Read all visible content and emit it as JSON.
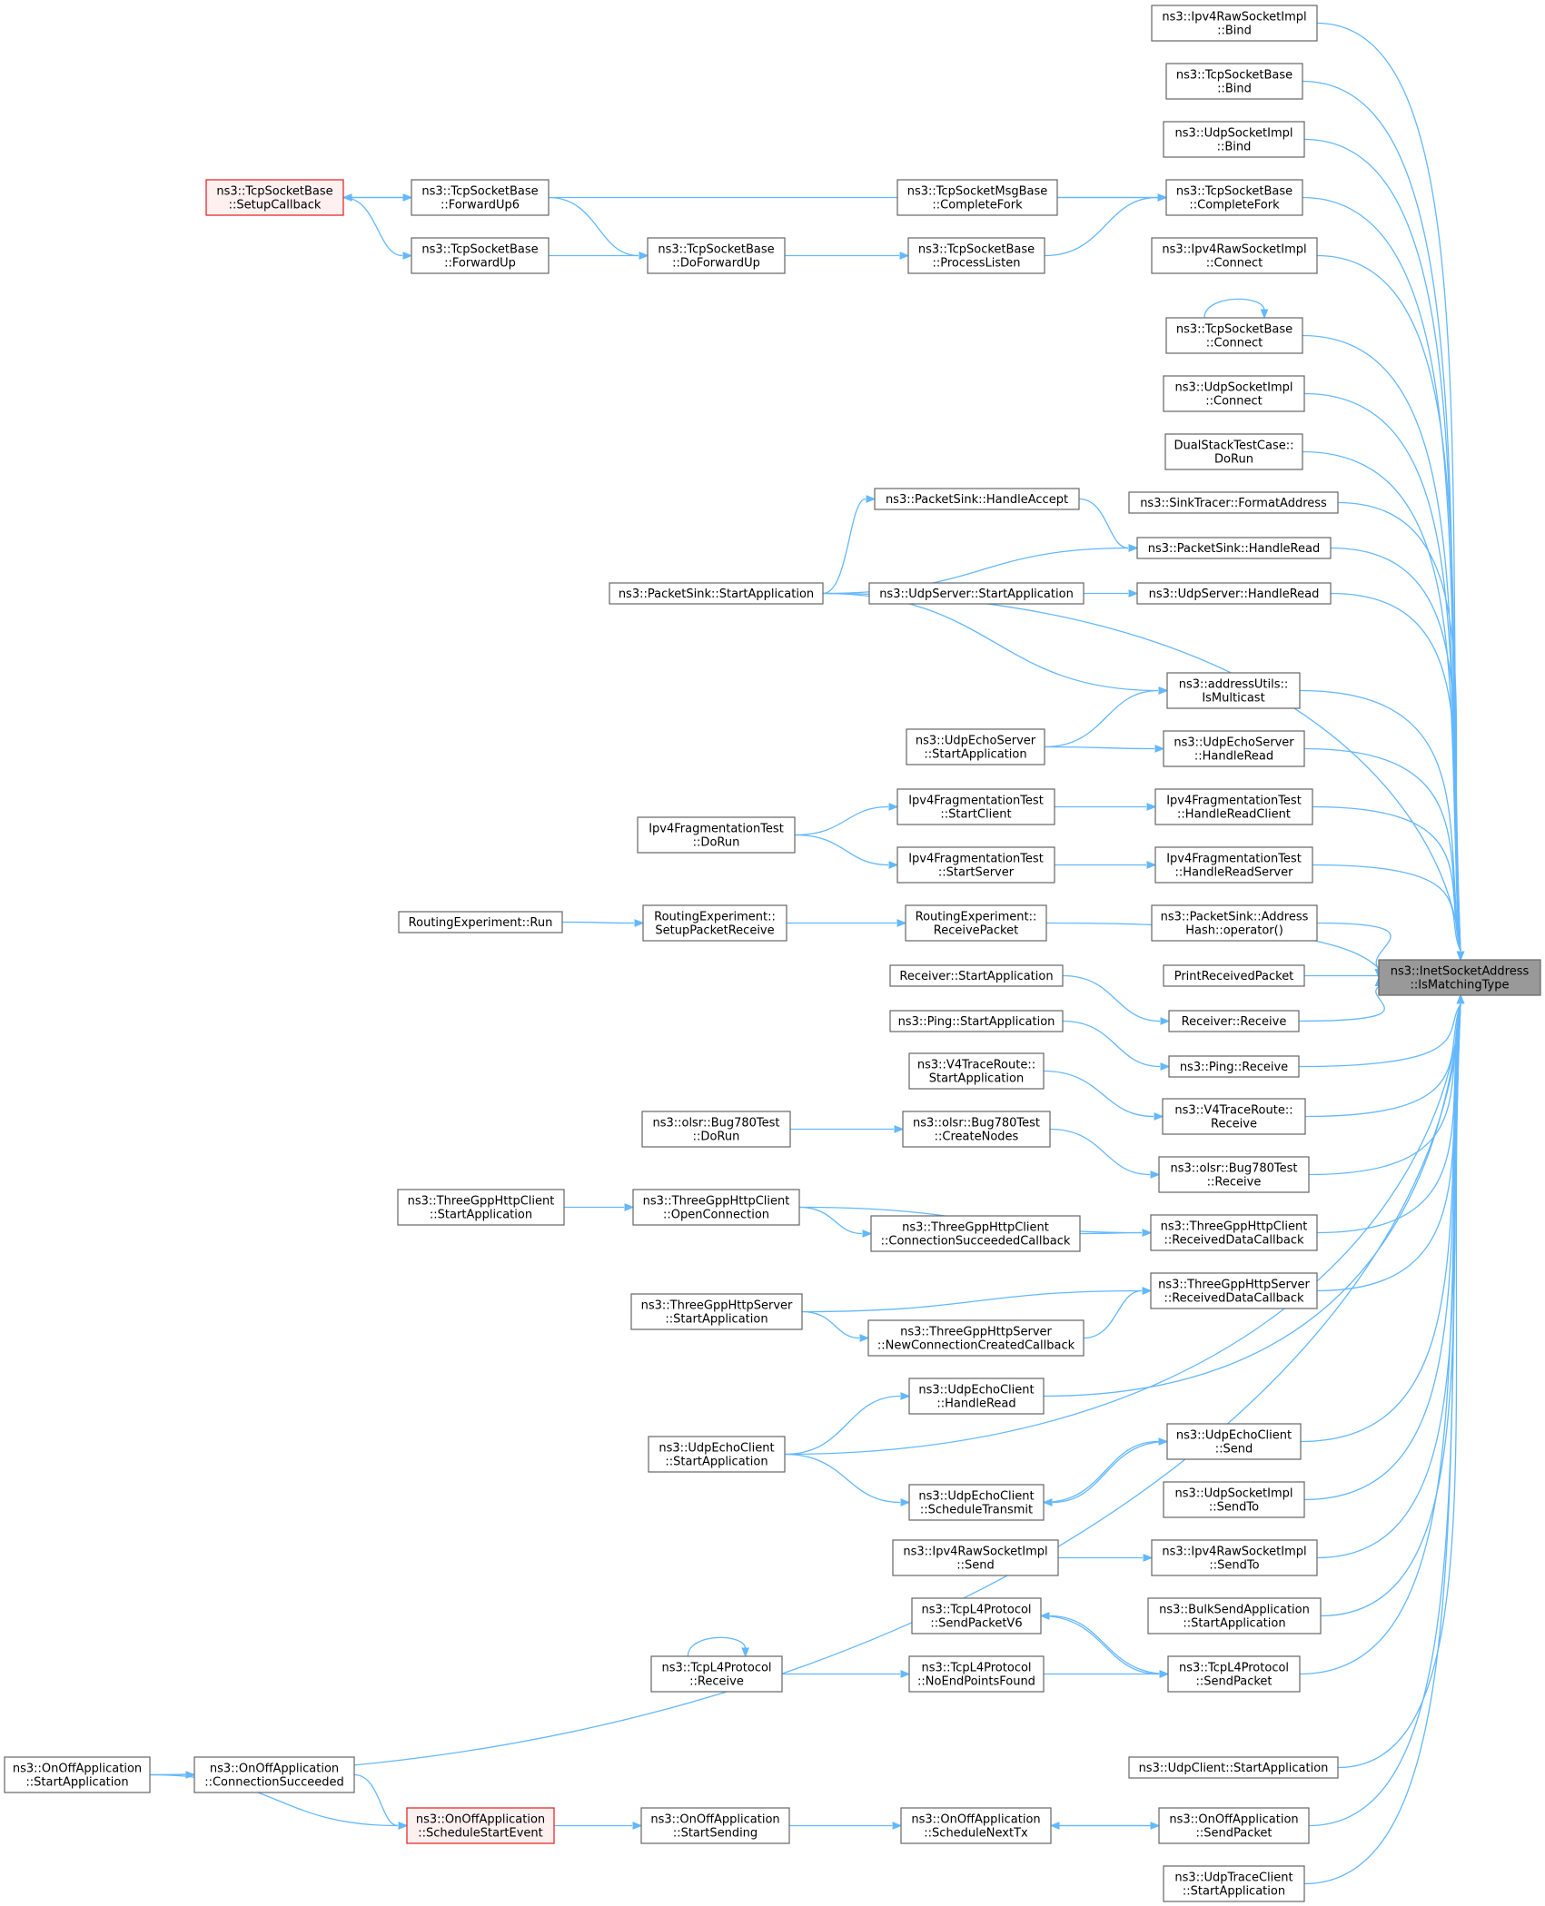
{
  "colors": {
    "edge": "#63b8ff",
    "node_border": "#666666",
    "highlight_border": "#e41a1c",
    "highlight_fill": "#fff0f0",
    "target_fill": "#999999"
  },
  "nodes": [
    {
      "id": "target",
      "lines": [
        "ns3::InetSocketAddress",
        "::IsMatchingType"
      ],
      "style": "target"
    },
    {
      "id": "ipv4raw_bind",
      "lines": [
        "ns3::Ipv4RawSocketImpl",
        "::Bind"
      ]
    },
    {
      "id": "tcp_bind",
      "lines": [
        "ns3::TcpSocketBase",
        "::Bind"
      ]
    },
    {
      "id": "udp_bind",
      "lines": [
        "ns3::UdpSocketImpl",
        "::Bind"
      ]
    },
    {
      "id": "tcp_completefork",
      "lines": [
        "ns3::TcpSocketBase",
        "::CompleteFork"
      ]
    },
    {
      "id": "ipv4raw_connect",
      "lines": [
        "ns3::Ipv4RawSocketImpl",
        "::Connect"
      ]
    },
    {
      "id": "tcp_connect",
      "lines": [
        "ns3::TcpSocketBase",
        "::Connect"
      ]
    },
    {
      "id": "udp_connect",
      "lines": [
        "ns3::UdpSocketImpl",
        "::Connect"
      ]
    },
    {
      "id": "dualstack",
      "lines": [
        "DualStackTestCase::",
        "DoRun"
      ]
    },
    {
      "id": "sinktracer",
      "lines": [
        "ns3::SinkTracer::FormatAddress"
      ]
    },
    {
      "id": "ps_handleread",
      "lines": [
        "ns3::PacketSink::HandleRead"
      ]
    },
    {
      "id": "udpserver_handleread",
      "lines": [
        "ns3::UdpServer::HandleRead"
      ]
    },
    {
      "id": "ismulticast",
      "lines": [
        "ns3::addressUtils::",
        "IsMulticast"
      ]
    },
    {
      "id": "echoserver_handleread",
      "lines": [
        "ns3::UdpEchoServer",
        "::HandleRead"
      ]
    },
    {
      "id": "frag_handlereadclient",
      "lines": [
        "Ipv4FragmentationTest",
        "::HandleReadClient"
      ]
    },
    {
      "id": "frag_handlereadserver",
      "lines": [
        "Ipv4FragmentationTest",
        "::HandleReadServer"
      ]
    },
    {
      "id": "ps_addresshash",
      "lines": [
        "ns3::PacketSink::Address",
        "Hash::operator()"
      ]
    },
    {
      "id": "printreceived",
      "lines": [
        "PrintReceivedPacket"
      ]
    },
    {
      "id": "receiver_receive",
      "lines": [
        "Receiver::Receive"
      ]
    },
    {
      "id": "ping_receive",
      "lines": [
        "ns3::Ping::Receive"
      ]
    },
    {
      "id": "v4trace_receive",
      "lines": [
        "ns3::V4TraceRoute::",
        "Receive"
      ]
    },
    {
      "id": "bug780_receive",
      "lines": [
        "ns3::olsr::Bug780Test",
        "::Receive"
      ]
    },
    {
      "id": "client_receiveddata",
      "lines": [
        "ns3::ThreeGppHttpClient",
        "::ReceivedDataCallback"
      ]
    },
    {
      "id": "server_receiveddata",
      "lines": [
        "ns3::ThreeGppHttpServer",
        "::ReceivedDataCallback"
      ]
    },
    {
      "id": "echoclient_send",
      "lines": [
        "ns3::UdpEchoClient",
        "::Send"
      ]
    },
    {
      "id": "udp_sendto",
      "lines": [
        "ns3::UdpSocketImpl",
        "::SendTo"
      ]
    },
    {
      "id": "ipv4raw_sendto",
      "lines": [
        "ns3::Ipv4RawSocketImpl",
        "::SendTo"
      ]
    },
    {
      "id": "bulksend_start",
      "lines": [
        "ns3::BulkSendApplication",
        "::StartApplication"
      ]
    },
    {
      "id": "tcpl4_sendpacket",
      "lines": [
        "ns3::TcpL4Protocol",
        "::SendPacket"
      ]
    },
    {
      "id": "udpclient_start",
      "lines": [
        "ns3::UdpClient::StartApplication"
      ]
    },
    {
      "id": "onoff_sendpacket",
      "lines": [
        "ns3::OnOffApplication",
        "::SendPacket"
      ]
    },
    {
      "id": "udptraceclient_start",
      "lines": [
        "ns3::UdpTraceClient",
        "::StartApplication"
      ]
    },
    {
      "id": "msgbase_completefork",
      "lines": [
        "ns3::TcpSocketMsgBase",
        "::CompleteFork"
      ]
    },
    {
      "id": "tcp_processlisten",
      "lines": [
        "ns3::TcpSocketBase",
        "::ProcessListen"
      ]
    },
    {
      "id": "tcp_doforwardup",
      "lines": [
        "ns3::TcpSocketBase",
        "::DoForwardUp"
      ]
    },
    {
      "id": "tcp_forwardup6",
      "lines": [
        "ns3::TcpSocketBase",
        "::ForwardUp6"
      ]
    },
    {
      "id": "tcp_forwardup",
      "lines": [
        "ns3::TcpSocketBase",
        "::ForwardUp"
      ]
    },
    {
      "id": "tcp_setupcallback",
      "lines": [
        "ns3::TcpSocketBase",
        "::SetupCallback"
      ],
      "style": "highlight"
    },
    {
      "id": "ps_handleaccept",
      "lines": [
        "ns3::PacketSink::HandleAccept"
      ]
    },
    {
      "id": "ps_start",
      "lines": [
        "ns3::PacketSink::StartApplication"
      ]
    },
    {
      "id": "udpserver_start",
      "lines": [
        "ns3::UdpServer::StartApplication"
      ]
    },
    {
      "id": "echoserver_start",
      "lines": [
        "ns3::UdpEchoServer",
        "::StartApplication"
      ]
    },
    {
      "id": "frag_startclient",
      "lines": [
        "Ipv4FragmentationTest",
        "::StartClient"
      ]
    },
    {
      "id": "frag_startserver",
      "lines": [
        "Ipv4FragmentationTest",
        "::StartServer"
      ]
    },
    {
      "id": "frag_dorun",
      "lines": [
        "Ipv4FragmentationTest",
        "::DoRun"
      ]
    },
    {
      "id": "routing_receivepacket",
      "lines": [
        "RoutingExperiment::",
        "ReceivePacket"
      ]
    },
    {
      "id": "routing_setup",
      "lines": [
        "RoutingExperiment::",
        "SetupPacketReceive"
      ]
    },
    {
      "id": "routing_run",
      "lines": [
        "RoutingExperiment::Run"
      ]
    },
    {
      "id": "receiver_start",
      "lines": [
        "Receiver::StartApplication"
      ]
    },
    {
      "id": "ping_start",
      "lines": [
        "ns3::Ping::StartApplication"
      ]
    },
    {
      "id": "v4trace_start",
      "lines": [
        "ns3::V4TraceRoute::",
        "StartApplication"
      ]
    },
    {
      "id": "bug780_createnodes",
      "lines": [
        "ns3::olsr::Bug780Test",
        "::CreateNodes"
      ]
    },
    {
      "id": "bug780_dorun",
      "lines": [
        "ns3::olsr::Bug780Test",
        "::DoRun"
      ]
    },
    {
      "id": "client_openconnection",
      "lines": [
        "ns3::ThreeGppHttpClient",
        "::OpenConnection"
      ]
    },
    {
      "id": "client_connsucceeded",
      "lines": [
        "ns3::ThreeGppHttpClient",
        "::ConnectionSucceededCallback"
      ]
    },
    {
      "id": "client_start",
      "lines": [
        "ns3::ThreeGppHttpClient",
        "::StartApplication"
      ]
    },
    {
      "id": "server_start",
      "lines": [
        "ns3::ThreeGppHttpServer",
        "::StartApplication"
      ]
    },
    {
      "id": "server_newconn",
      "lines": [
        "ns3::ThreeGppHttpServer",
        "::NewConnectionCreatedCallback"
      ]
    },
    {
      "id": "echoclient_handleread",
      "lines": [
        "ns3::UdpEchoClient",
        "::HandleRead"
      ]
    },
    {
      "id": "echoclient_start",
      "lines": [
        "ns3::UdpEchoClient",
        "::StartApplication"
      ]
    },
    {
      "id": "echoclient_schedule",
      "lines": [
        "ns3::UdpEchoClient",
        "::ScheduleTransmit"
      ]
    },
    {
      "id": "ipv4raw_send",
      "lines": [
        "ns3::Ipv4RawSocketImpl",
        "::Send"
      ]
    },
    {
      "id": "tcpl4_sendpacketv6",
      "lines": [
        "ns3::TcpL4Protocol",
        "::SendPacketV6"
      ]
    },
    {
      "id": "tcpl4_noendpoints",
      "lines": [
        "ns3::TcpL4Protocol",
        "::NoEndPointsFound"
      ]
    },
    {
      "id": "tcpl4_receive",
      "lines": [
        "ns3::TcpL4Protocol",
        "::Receive"
      ]
    },
    {
      "id": "onoff_start",
      "lines": [
        "ns3::OnOffApplication",
        "::StartApplication"
      ]
    },
    {
      "id": "onoff_connsucceeded",
      "lines": [
        "ns3::OnOffApplication",
        "::ConnectionSucceeded"
      ]
    },
    {
      "id": "onoff_schedulestart",
      "lines": [
        "ns3::OnOffApplication",
        "::ScheduleStartEvent"
      ],
      "style": "highlight"
    },
    {
      "id": "onoff_startsending",
      "lines": [
        "ns3::OnOffApplication",
        "::StartSending"
      ]
    },
    {
      "id": "onoff_schedulenext",
      "lines": [
        "ns3::OnOffApplication",
        "::ScheduleNextTx"
      ]
    }
  ],
  "edges": [
    [
      "ipv4raw_bind",
      "target"
    ],
    [
      "tcp_bind",
      "target"
    ],
    [
      "udp_bind",
      "target"
    ],
    [
      "tcp_completefork",
      "target"
    ],
    [
      "ipv4raw_connect",
      "target"
    ],
    [
      "tcp_connect",
      "target"
    ],
    [
      "udp_connect",
      "target"
    ],
    [
      "dualstack",
      "target"
    ],
    [
      "sinktracer",
      "target"
    ],
    [
      "ps_handleread",
      "target"
    ],
    [
      "udpserver_handleread",
      "target"
    ],
    [
      "ps_start",
      "target"
    ],
    [
      "ismulticast",
      "target"
    ],
    [
      "echoserver_handleread",
      "target"
    ],
    [
      "frag_handlereadclient",
      "target"
    ],
    [
      "frag_handlereadserver",
      "target"
    ],
    [
      "ps_addresshash",
      "target"
    ],
    [
      "routing_receivepacket",
      "target"
    ],
    [
      "printreceived",
      "target"
    ],
    [
      "receiver_receive",
      "target"
    ],
    [
      "ping_receive",
      "target"
    ],
    [
      "v4trace_receive",
      "target"
    ],
    [
      "bug780_receive",
      "target"
    ],
    [
      "client_receiveddata",
      "target"
    ],
    [
      "server_receiveddata",
      "target"
    ],
    [
      "echoclient_handleread",
      "target"
    ],
    [
      "echoclient_start",
      "target"
    ],
    [
      "echoclient_send",
      "target"
    ],
    [
      "udp_sendto",
      "target"
    ],
    [
      "ipv4raw_sendto",
      "target"
    ],
    [
      "bulksend_start",
      "target"
    ],
    [
      "tcpl4_sendpacket",
      "target"
    ],
    [
      "onoff_start",
      "target"
    ],
    [
      "udpclient_start",
      "target"
    ],
    [
      "onoff_sendpacket",
      "target"
    ],
    [
      "udptraceclient_start",
      "target"
    ],
    [
      "msgbase_completefork",
      "tcp_completefork"
    ],
    [
      "tcp_processlisten",
      "tcp_completefork"
    ],
    [
      "tcp_doforwardup",
      "tcp_processlisten"
    ],
    [
      "tcp_forwardup6",
      "tcp_doforwardup"
    ],
    [
      "tcp_forwardup",
      "tcp_doforwardup"
    ],
    [
      "tcp_setupcallback",
      "tcp_forwardup6"
    ],
    [
      "tcp_setupcallback",
      "tcp_forwardup"
    ],
    [
      "tcp_completefork",
      "tcp_setupcallback"
    ],
    [
      "tcp_connect",
      "tcp_connect"
    ],
    [
      "ps_handleaccept",
      "ps_handleread"
    ],
    [
      "ps_start",
      "ps_handleread"
    ],
    [
      "ps_start",
      "ps_handleaccept"
    ],
    [
      "udpserver_start",
      "udpserver_handleread"
    ],
    [
      "ps_start",
      "ismulticast"
    ],
    [
      "echoserver_start",
      "ismulticast"
    ],
    [
      "echoserver_start",
      "echoserver_handleread"
    ],
    [
      "frag_startclient",
      "frag_handlereadclient"
    ],
    [
      "frag_startserver",
      "frag_handlereadserver"
    ],
    [
      "frag_dorun",
      "frag_startclient"
    ],
    [
      "frag_dorun",
      "frag_startserver"
    ],
    [
      "routing_setup",
      "routing_receivepacket"
    ],
    [
      "routing_run",
      "routing_setup"
    ],
    [
      "receiver_start",
      "receiver_receive"
    ],
    [
      "ping_start",
      "ping_receive"
    ],
    [
      "v4trace_start",
      "v4trace_receive"
    ],
    [
      "bug780_createnodes",
      "bug780_receive"
    ],
    [
      "bug780_dorun",
      "bug780_createnodes"
    ],
    [
      "client_openconnection",
      "client_receiveddata"
    ],
    [
      "client_connsucceeded",
      "client_receiveddata"
    ],
    [
      "client_openconnection",
      "client_connsucceeded"
    ],
    [
      "client_start",
      "client_openconnection"
    ],
    [
      "server_start",
      "server_receiveddata"
    ],
    [
      "server_newconn",
      "server_receiveddata"
    ],
    [
      "server_start",
      "server_newconn"
    ],
    [
      "echoclient_start",
      "echoclient_handleread"
    ],
    [
      "echoclient_start",
      "echoclient_schedule"
    ],
    [
      "echoclient_schedule",
      "echoclient_send"
    ],
    [
      "echoclient_send",
      "echoclient_schedule"
    ],
    [
      "ipv4raw_send",
      "ipv4raw_sendto"
    ],
    [
      "tcpl4_sendpacketv6",
      "tcpl4_sendpacket"
    ],
    [
      "tcpl4_sendpacket",
      "tcpl4_sendpacketv6"
    ],
    [
      "tcpl4_noendpoints",
      "tcpl4_sendpacket"
    ],
    [
      "tcpl4_receive",
      "tcpl4_noendpoints"
    ],
    [
      "tcpl4_receive",
      "tcpl4_receive"
    ],
    [
      "onoff_start",
      "onoff_connsucceeded"
    ],
    [
      "onoff_start",
      "onoff_schedulestart"
    ],
    [
      "onoff_connsucceeded",
      "onoff_schedulestart"
    ],
    [
      "onoff_schedulestart",
      "onoff_startsending"
    ],
    [
      "onoff_startsending",
      "onoff_schedulenext"
    ],
    [
      "onoff_schedulenext",
      "onoff_sendpacket"
    ],
    [
      "onoff_sendpacket",
      "onoff_schedulenext"
    ]
  ]
}
